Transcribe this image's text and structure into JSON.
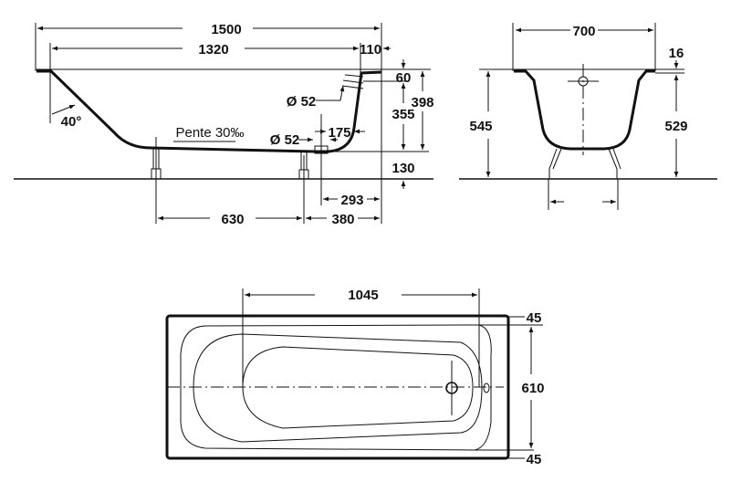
{
  "side_view": {
    "overall_length": "1500",
    "inner_length": "1320",
    "rim_right": "110",
    "angle": "40°",
    "slope": "Pente 30‰",
    "overflow_diameter": "Ø 52",
    "drain_diameter": "Ø 52",
    "drain_offset": "175",
    "overflow_height": "60",
    "depth": "355",
    "total_depth": "398",
    "floor_clearance": "130",
    "drain_to_end": "293",
    "leg_spacing": "630",
    "leg_to_end": "380"
  },
  "front_view": {
    "width": "700",
    "rim_thickness": "16",
    "overall_height": "545",
    "height_to_rim": "529"
  },
  "top_view": {
    "inner_length": "1045",
    "margin_top": "45",
    "inner_width": "610",
    "margin_bottom": "45"
  },
  "colors": {
    "ink": "#111111",
    "paper": "#ffffff"
  }
}
